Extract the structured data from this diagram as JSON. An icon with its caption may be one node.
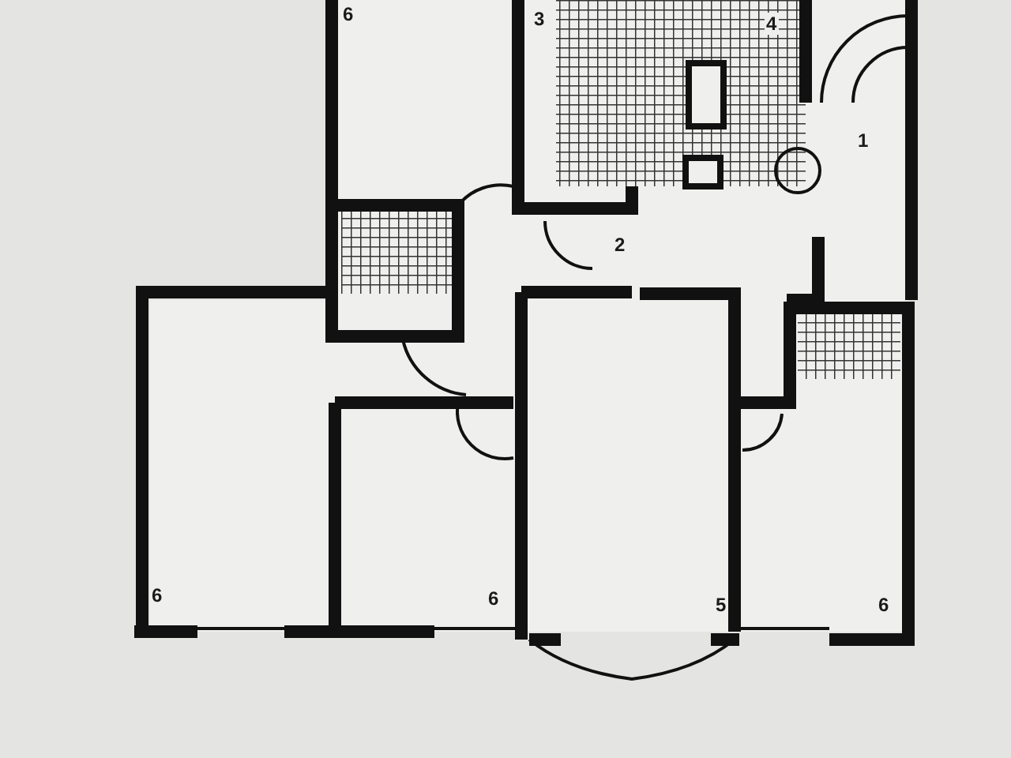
{
  "diagram": {
    "labels": [
      "6",
      "3",
      "4",
      "1",
      "2",
      "6",
      "6",
      "5",
      "6"
    ]
  }
}
